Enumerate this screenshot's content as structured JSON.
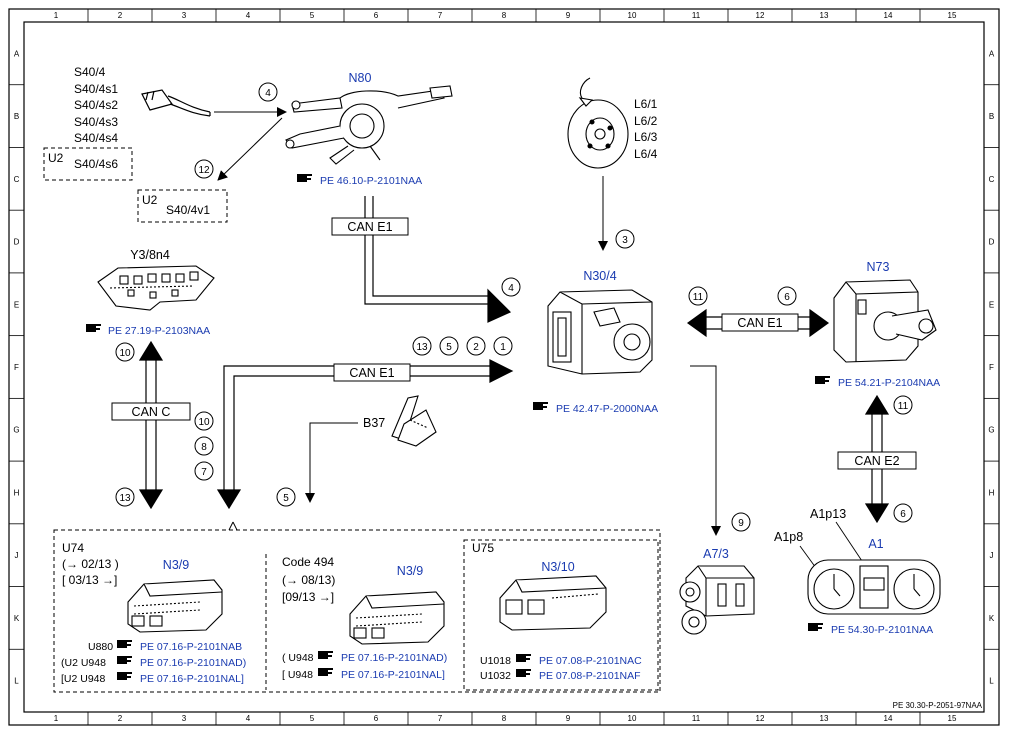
{
  "grid": {
    "columns": [
      "1",
      "2",
      "3",
      "4",
      "5",
      "6",
      "7",
      "8",
      "9",
      "10",
      "11",
      "12",
      "13",
      "14",
      "15"
    ],
    "rows": [
      "A",
      "B",
      "C",
      "D",
      "E",
      "F",
      "G",
      "H",
      "J",
      "K",
      "L"
    ]
  },
  "doc_id": "PE 30.30-P-2051-97NAA",
  "components": {
    "switches": [
      "S40/4",
      "S40/4s1",
      "S40/4s2",
      "S40/4s3",
      "S40/4s4"
    ],
    "u2_a": "U2",
    "s40_4s6": "S40/4s6",
    "u2_b": "U2",
    "s40_4v1": "S40/4v1",
    "n80": "N80",
    "n80_ref": "PE 46.10-P-2101NAA",
    "y3_8n4": "Y3/8n4",
    "y3_ref": "PE 27.19-P-2103NAA",
    "l6": [
      "L6/1",
      "L6/2",
      "L6/3",
      "L6/4"
    ],
    "n30_4": "N30/4",
    "n30_ref": "PE 42.47-P-2000NAA",
    "n73": "N73",
    "n73_ref": "PE 54.21-P-2104NAA",
    "b37": "B37",
    "a7_3": "A7/3",
    "a1": "A1",
    "a1p13": "A1p13",
    "a1p8": "A1p8",
    "a1_ref": "PE 54.30-P-2101NAA"
  },
  "can": {
    "e1_top": "CAN E1",
    "e1_mid": "CAN E1",
    "e1_right": "CAN E1",
    "c": "CAN C",
    "e2": "CAN E2"
  },
  "circles": {
    "c4_a": "4",
    "c12": "12",
    "c3": "3",
    "c4_b": "4",
    "c11_a": "11",
    "c6_a": "6",
    "c10_a": "10",
    "c13_a": "13",
    "c5_a": "5",
    "c2": "2",
    "c1": "1",
    "c10_b": "10",
    "c8": "8",
    "c7": "7",
    "c13_b": "13",
    "c5_b": "5",
    "c9": "9",
    "c11_b": "11",
    "c6_b": "6"
  },
  "u74": {
    "title": "U74",
    "line1": "(→ 02/13 )",
    "line2": "[ 03/13 →]",
    "module": "N3/9",
    "rows": [
      {
        "code": "U880",
        "ref": "PE 07.16-P-2101NAB"
      },
      {
        "code": "(U2  U948",
        "ref": "PE 07.16-P-2101NAD)"
      },
      {
        "code": "[U2  U948",
        "ref": "PE 07.16-P-2101NAL]"
      }
    ]
  },
  "code494": {
    "title": "Code 494",
    "line1": "(→ 08/13)",
    "line2": "[09/13  →]",
    "module": "N3/9",
    "rows": [
      {
        "code": "( U948",
        "ref": "PE 07.16-P-2101NAD)"
      },
      {
        "code": "[ U948",
        "ref": "PE 07.16-P-2101NAL]"
      }
    ]
  },
  "u75": {
    "title": "U75",
    "module": "N3/10",
    "rows": [
      {
        "code": "U1018",
        "ref": "PE 07.08-P-2101NAC"
      },
      {
        "code": "U1032",
        "ref": "PE 07.08-P-2101NAF"
      }
    ]
  }
}
